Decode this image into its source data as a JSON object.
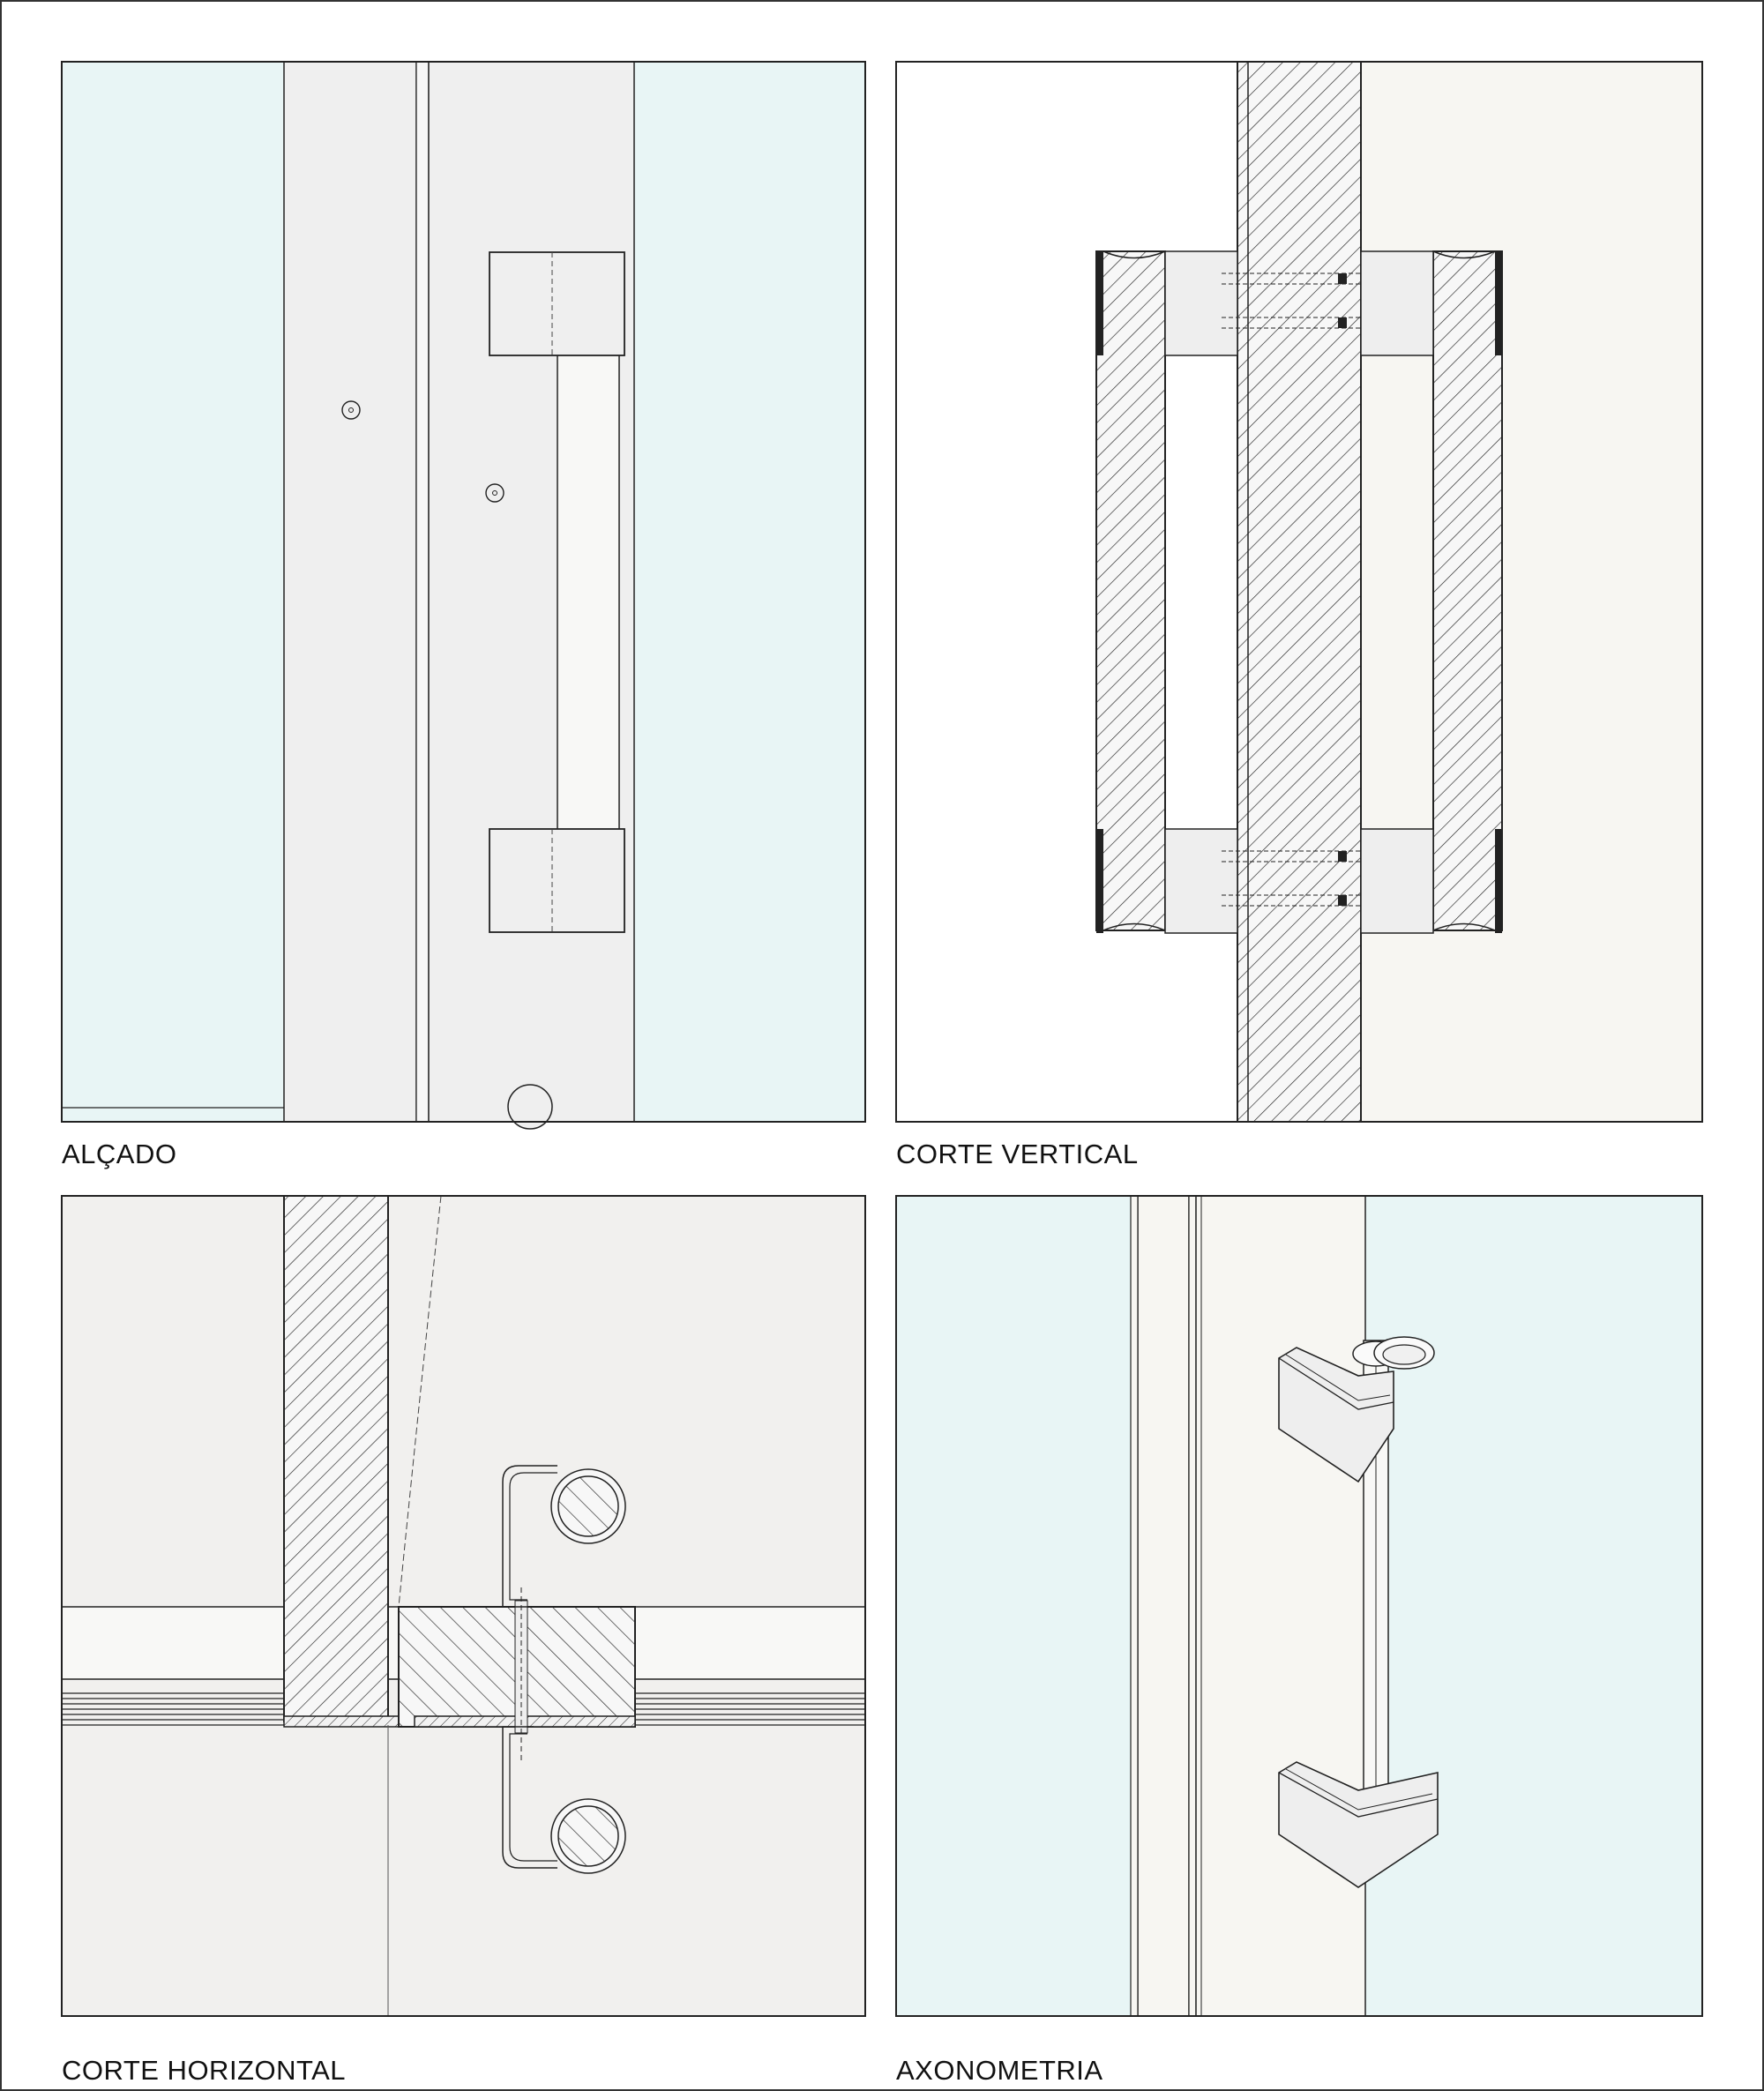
{
  "labels": {
    "alcado": "ALÇADO",
    "corte_vertical": "CORTE VERTICAL",
    "corte_horizontal": "CORTE HORIZONTAL",
    "axonometria": "AXONOMETRIA"
  },
  "colors": {
    "glass": "#e8f5f5",
    "panel_light": "#efefef",
    "wall_light": "#f1f0ee",
    "offwhite": "#f7f6f2",
    "line": "#111111",
    "hatch": "#333333"
  }
}
